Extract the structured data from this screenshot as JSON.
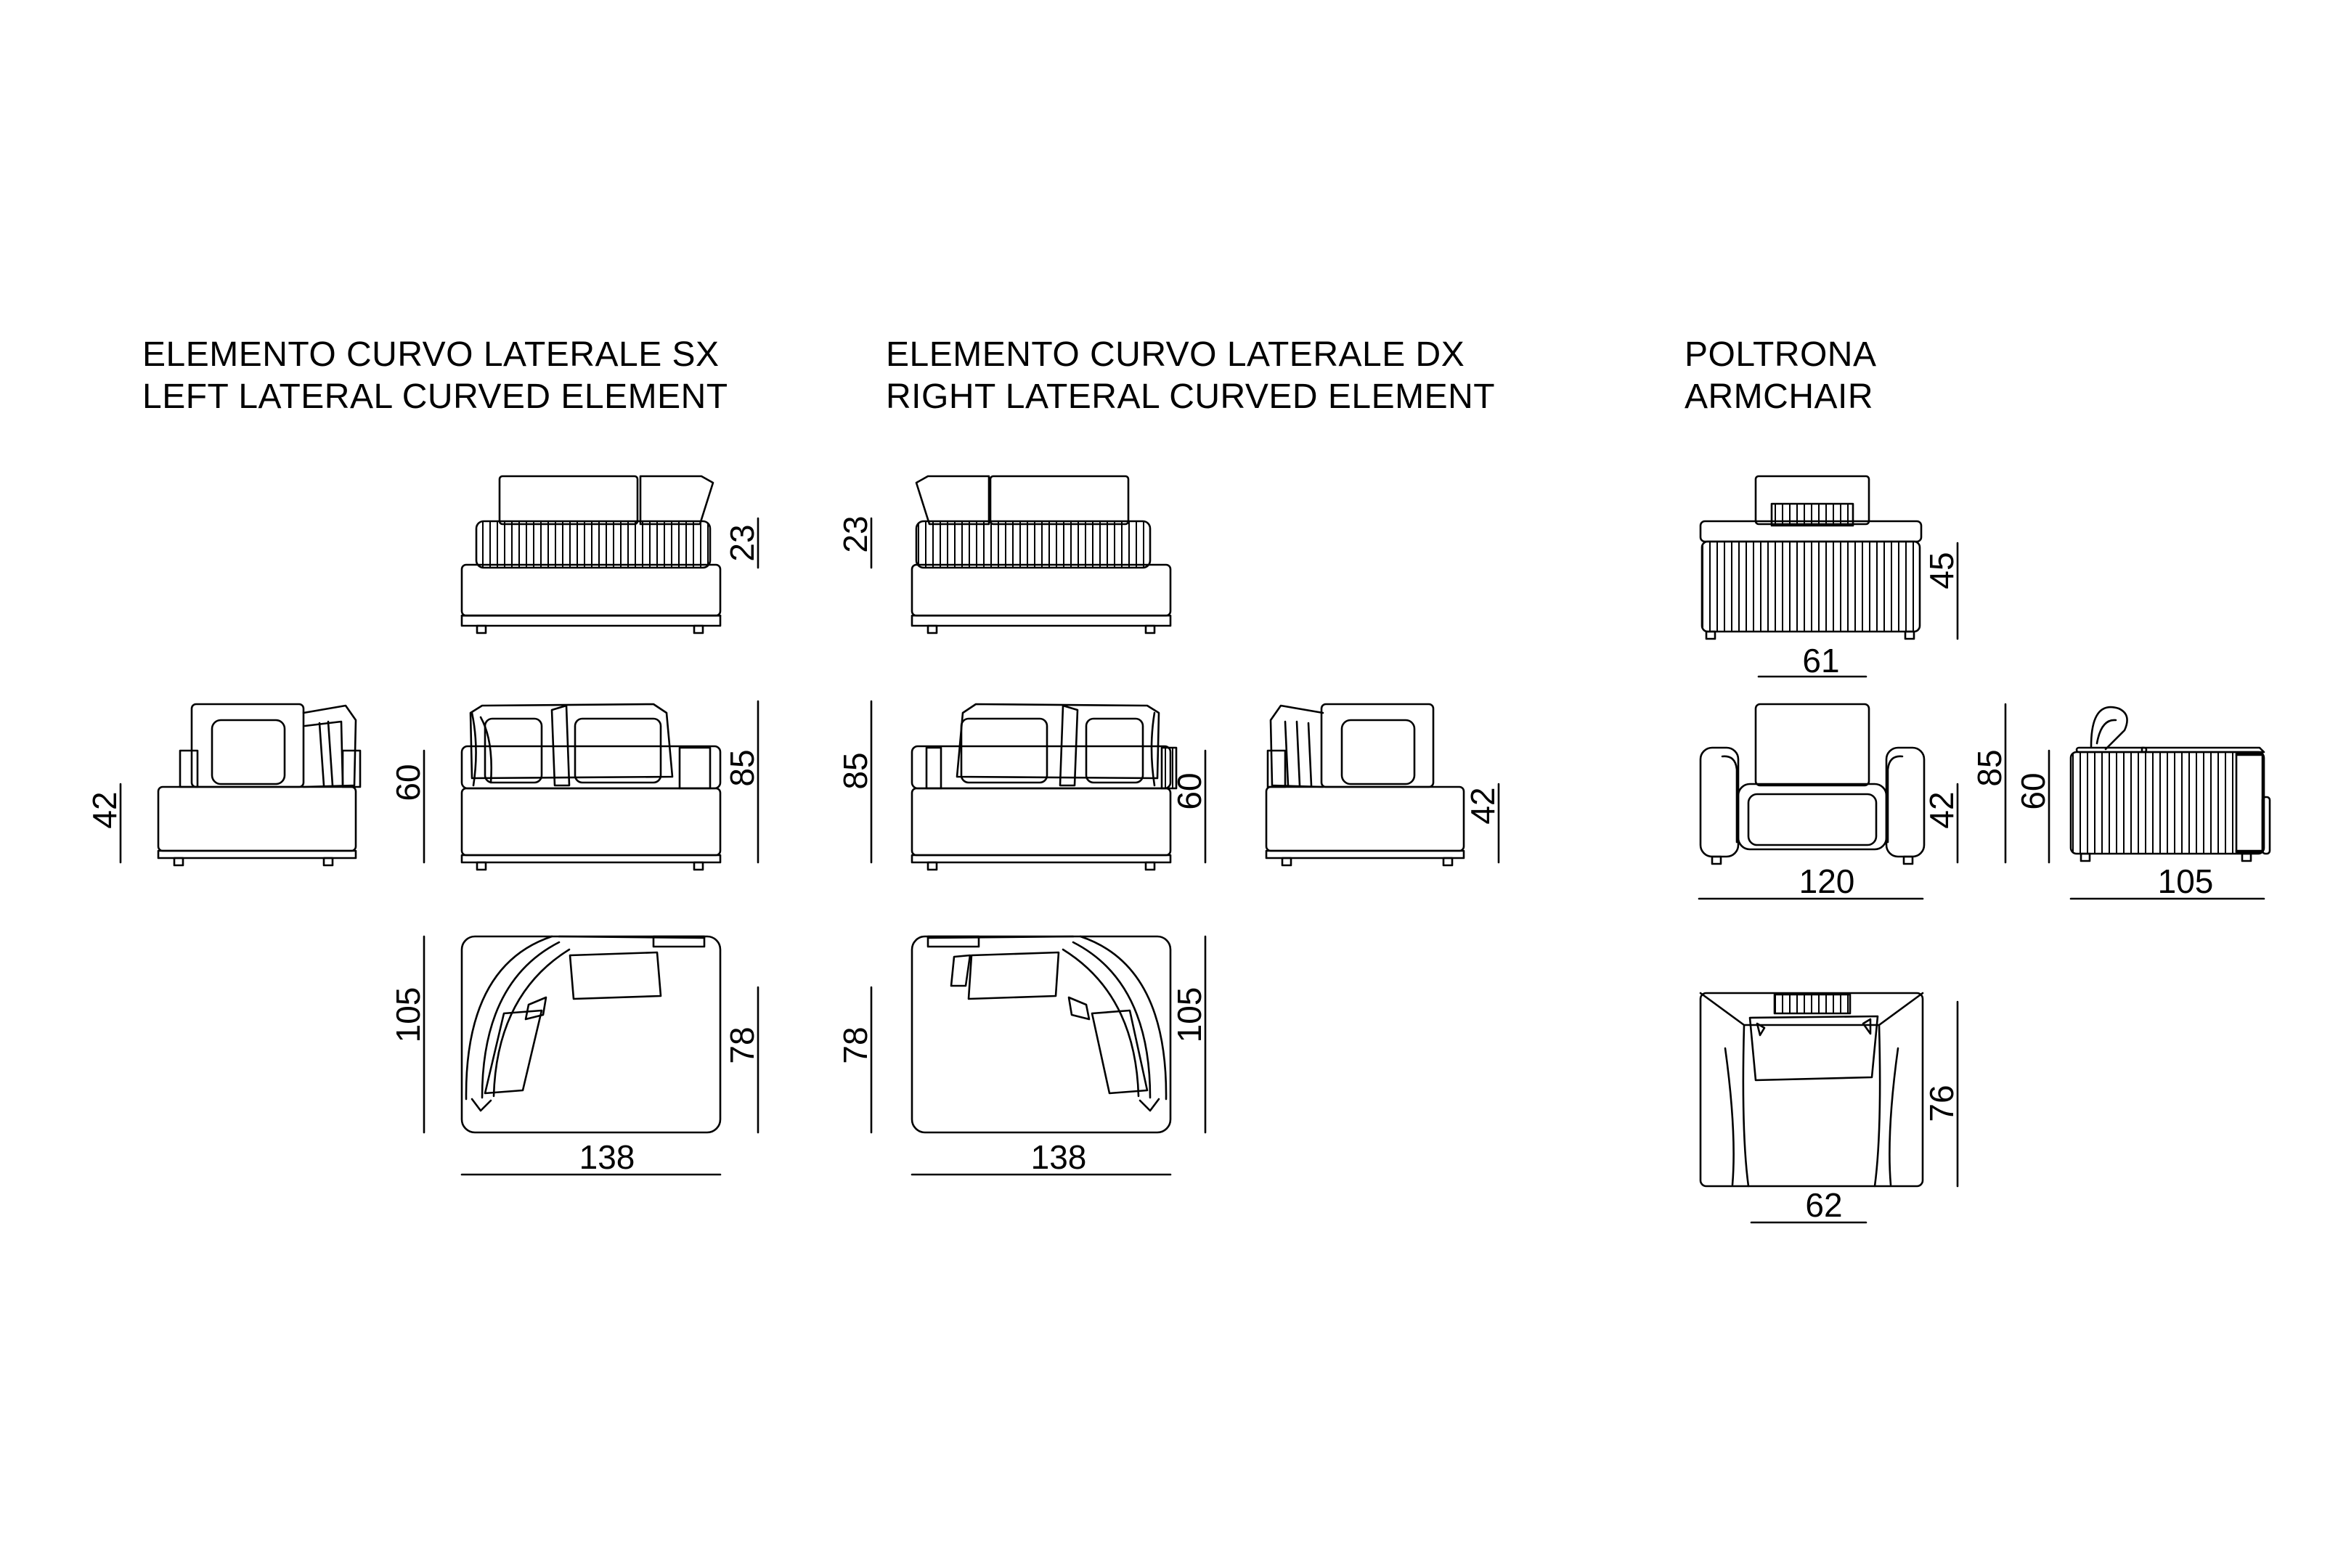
{
  "sections": {
    "left": {
      "title_it": "ELEMENTO CURVO LATERALE SX",
      "title_en": "LEFT LATERAL CURVED ELEMENT"
    },
    "right": {
      "title_it": "ELEMENTO CURVO LATERALE DX",
      "title_en": "RIGHT LATERAL CURVED ELEMENT"
    },
    "armchair": {
      "title_it": "POLTRONA",
      "title_en": "ARMCHAIR"
    }
  },
  "dimensions": {
    "left_back_cushion_height": "23",
    "left_side_seat_height": "42",
    "left_front_arm_height": "60",
    "left_front_total_height": "85",
    "left_plan_depth": "105",
    "left_plan_seat_depth": "78",
    "left_plan_width": "138",
    "right_back_cushion_height": "23",
    "right_front_total_height": "85",
    "right_front_arm_height": "60",
    "right_side_seat_height": "42",
    "right_plan_seat_depth": "78",
    "right_plan_depth": "105",
    "right_plan_width": "138",
    "arm_back_height": "45",
    "arm_back_width": "61",
    "arm_front_seat_height": "42",
    "arm_front_width": "120",
    "arm_side_total_height": "85",
    "arm_side_arm_height": "60",
    "arm_side_depth": "105",
    "arm_plan_depth": "76",
    "arm_plan_width": "62"
  }
}
